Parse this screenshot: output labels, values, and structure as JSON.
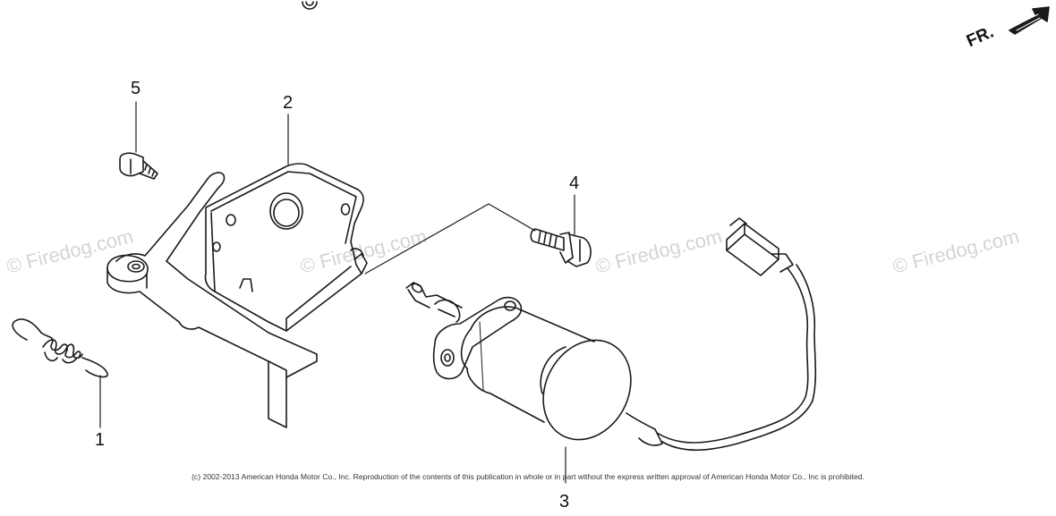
{
  "watermark_text": "© Firedog.com",
  "callouts": {
    "c1": "1",
    "c2": "2",
    "c3": "3",
    "c4": "4",
    "c5": "5"
  },
  "direction_label": "FR.",
  "copyright": "(c) 2002-2013 American Honda Motor Co., Inc. Reproduction of the contents of this publication in whole or in part without the express written approval of American Honda Motor Co., Inc is prohibited.",
  "colors": {
    "line": "#1a1a1a",
    "watermark": "#d4d4d4",
    "background": "#ffffff"
  },
  "parts": [
    "spring",
    "bracket",
    "solenoid",
    "flange-bolt",
    "small-bolt"
  ]
}
